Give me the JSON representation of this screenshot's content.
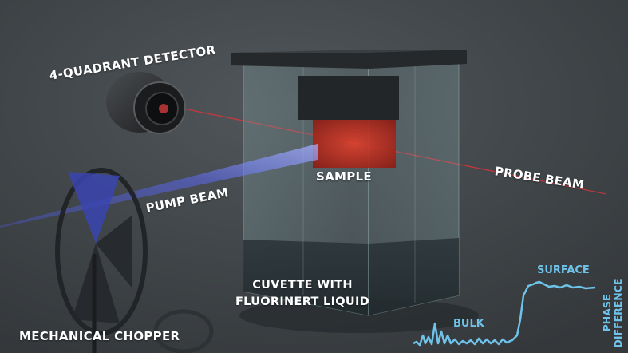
{
  "labels": {
    "detector": "4-QUADRANT DETECTOR",
    "sample": "SAMPLE",
    "probe_beam": "PROBE BEAM",
    "pump_beam": "PUMP BEAM",
    "cuvette_line1": "CUVETTE WITH",
    "cuvette_line2": "FLUORINERT LIQUID",
    "chopper": "MECHANICAL CHOPPER"
  },
  "signal_plot": {
    "bulk_label": "BULK",
    "surface_label": "SURFACE",
    "axis_line1": "PHASE",
    "axis_line2": "DIFFERENCE"
  },
  "colors": {
    "background": "#3f4448",
    "pump_beam": "#4b58e0",
    "probe_beam": "#e0343a",
    "sample": "#b3241c",
    "signal": "#6fc3ea",
    "text": "#ffffff"
  }
}
